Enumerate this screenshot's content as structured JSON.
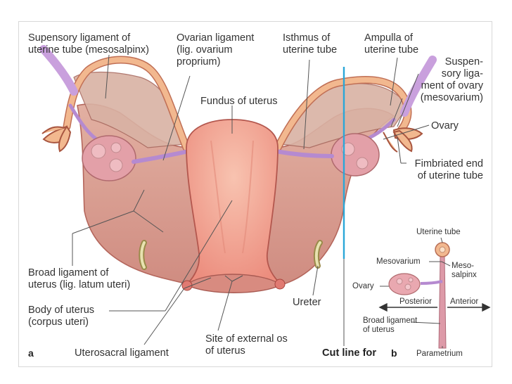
{
  "figure": {
    "panel_a": "a",
    "panel_b": "b",
    "cut_line_label": "Cut line for"
  },
  "labels_a": {
    "suspensory_ligament_tube": [
      "Supensory ligament of",
      "uterine tube (mesosalpinx)"
    ],
    "ovarian_ligament": [
      "Ovarian ligament",
      "(lig. ovarium",
      "proprium)"
    ],
    "isthmus": [
      "Isthmus of",
      "uterine tube"
    ],
    "ampulla": [
      "Ampulla of",
      "uterine tube"
    ],
    "suspensory_ligament_ovary": [
      "Suspen-",
      "sory liga-",
      "ment of ovary",
      "(mesovarium)"
    ],
    "fundus": "Fundus of uterus",
    "ovary": "Ovary",
    "fimbriated_end": [
      "Fimbriated end",
      "of uterine tube"
    ],
    "broad_ligament": [
      "Broad ligament of",
      "uterus (lig. latum uteri)"
    ],
    "body_of_uterus": [
      "Body of uterus",
      "(corpus uteri)"
    ],
    "uterosacral": "Uterosacral ligament",
    "external_os": [
      "Site of external os",
      "of uterus"
    ],
    "ureter": "Ureter"
  },
  "labels_b": {
    "uterine_tube": "Uterine tube",
    "mesovarium": "Mesovarium",
    "mesosalpinx": [
      "Meso-",
      "salpinx"
    ],
    "ovary": "Ovary",
    "posterior": "Posterior",
    "anterior": "Anterior",
    "broad_ligament": [
      "Broad ligament",
      "of uterus"
    ],
    "parametrium": "Parametrium"
  },
  "colors": {
    "broad_ligament": "#d89a8c",
    "uterus": "#f3a493",
    "tube": "#f2b88f",
    "ovary": "#e9a8b0",
    "ligament_violet": "#b58ad0",
    "cut_line": "#2aa7d8",
    "leader": "#555555"
  }
}
